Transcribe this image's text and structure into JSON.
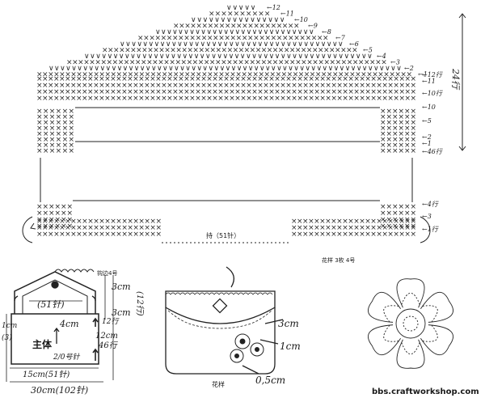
{
  "chart": {
    "row_labels_right": [
      "12",
      "11",
      "10",
      "9",
      "8",
      "7",
      "6",
      "5",
      "4",
      "3",
      "2",
      "1"
    ],
    "row_labels_lower": [
      "2",
      "1"
    ],
    "count_labels": [
      "12行",
      "11",
      "10行"
    ],
    "side_numbers": [
      "10",
      "5",
      "2",
      "1"
    ],
    "total_rows": "24行",
    "lower_row_label": "46行",
    "handle_label": "持（51针）",
    "handle_rows": [
      "4行",
      "1行",
      "3"
    ]
  },
  "flower_note": "花样 3枚 4号",
  "bag_schematic": {
    "trim_note": "钩边4号",
    "center_label": "4cm",
    "main_label": "主体",
    "handle_count": "(51针)",
    "width_top": "15cm(51针)",
    "width_total": "30cm(102针)",
    "inc_note": "2/0号针",
    "dim_3cm_a": "3cm",
    "dim_3cm_b": "3cm",
    "dim_12cm": "12cm",
    "rows_12": "(12行)",
    "rows_46": "46行",
    "rows_12b": "12行",
    "left_1cm": "1cm",
    "left_3": "(3)"
  },
  "pouch": {
    "dim_3cm": "3cm",
    "dim_1cm": "1cm",
    "dim_05cm": "0,5cm",
    "flower_label": "花样"
  },
  "watermark": "bbs.craftworkshop.com"
}
